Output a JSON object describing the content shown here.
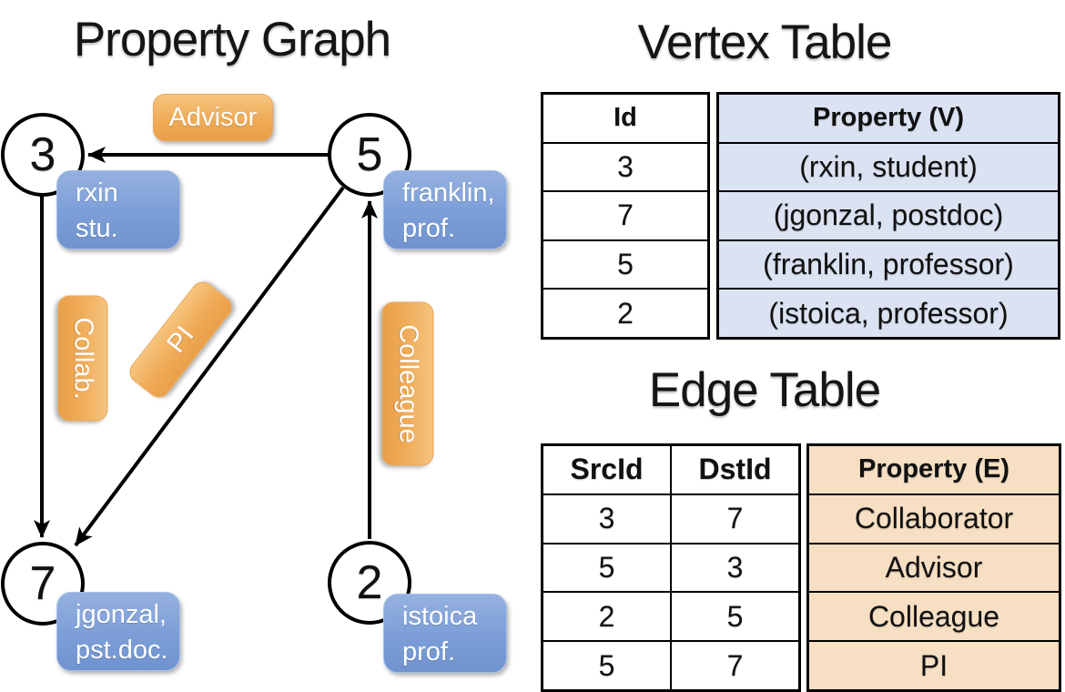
{
  "titles": {
    "graph": "Property Graph",
    "vertex_table": "Vertex Table",
    "edge_table": "Edge Table"
  },
  "graph": {
    "nodes": [
      {
        "id": "3",
        "property_lines": [
          "rxin",
          "stu."
        ]
      },
      {
        "id": "5",
        "property_lines": [
          "franklin,",
          "prof."
        ]
      },
      {
        "id": "7",
        "property_lines": [
          "jgonzal,",
          "pst.doc."
        ]
      },
      {
        "id": "2",
        "property_lines": [
          "istoica",
          "prof."
        ]
      }
    ],
    "edges": [
      {
        "label": "Advisor",
        "from": "5",
        "to": "3"
      },
      {
        "label": "Collab.",
        "from": "3",
        "to": "7"
      },
      {
        "label": "PI",
        "from": "5",
        "to": "7"
      },
      {
        "label": "Colleague",
        "from": "2",
        "to": "5"
      }
    ]
  },
  "vertex_table": {
    "columns": [
      "Id",
      "Property (V)"
    ],
    "rows": [
      [
        "3",
        "(rxin, student)"
      ],
      [
        "7",
        "(jgonzal, postdoc)"
      ],
      [
        "5",
        "(franklin, professor)"
      ],
      [
        "2",
        "(istoica, professor)"
      ]
    ]
  },
  "edge_table": {
    "columns": [
      "SrcId",
      "DstId",
      "Property (E)"
    ],
    "rows": [
      [
        "3",
        "7",
        "Collaborator"
      ],
      [
        "5",
        "3",
        "Advisor"
      ],
      [
        "2",
        "5",
        "Colleague"
      ],
      [
        "5",
        "7",
        "PI"
      ]
    ]
  },
  "colors": {
    "vertex_property_fill": "#dbe3f3",
    "edge_property_fill": "#f6dfc3",
    "node_property_blue": "#7e9fd8",
    "edge_label_orange": "#efab57",
    "table_border": "#000000",
    "line_black": "#000000"
  }
}
